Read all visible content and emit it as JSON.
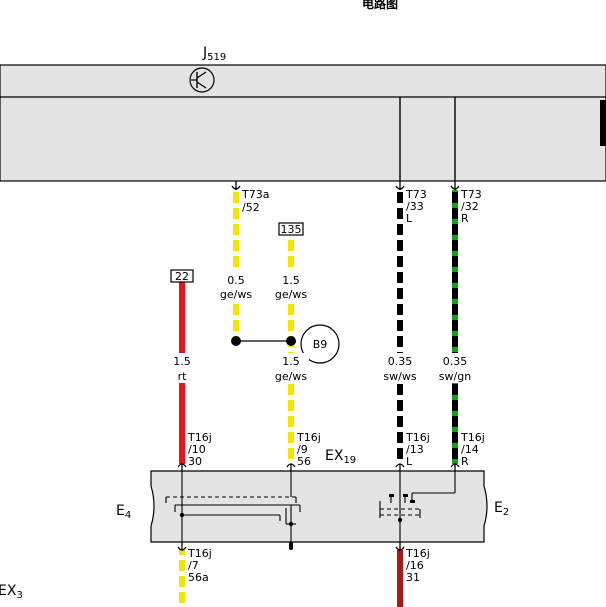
{
  "page_title": "电路图",
  "j519": {
    "name": "J",
    "sub": "519"
  },
  "ex19": {
    "name": "EX",
    "sub": "19"
  },
  "ex3": {
    "name": "EX",
    "sub": "3"
  },
  "e4": {
    "name": "E",
    "sub": "4"
  },
  "e2": {
    "name": "E",
    "sub": "2"
  },
  "b9_label": "B9",
  "ref_22": "22",
  "ref_135": "135",
  "connectors": {
    "t73a_52": [
      "T73a",
      "/52"
    ],
    "t73_33": [
      "T73",
      "/33",
      "L"
    ],
    "t73_32": [
      "T73",
      "/32",
      "R"
    ],
    "t16j_10": [
      "T16j",
      "/10",
      "30"
    ],
    "t16j_9": [
      "T16j",
      "/9",
      "56"
    ],
    "t16j_13": [
      "T16j",
      "/13",
      "L"
    ],
    "t16j_14": [
      "T16j",
      "/14",
      "R"
    ],
    "t16j_7": [
      "T16j",
      "/7",
      "56a"
    ],
    "t16j_16": [
      "T16j",
      "/16",
      "31"
    ]
  },
  "wires": {
    "w1_upper": {
      "gauge": "0.5",
      "color": "ge/ws"
    },
    "w2_upper": {
      "gauge": "1.5",
      "color": "ge/ws"
    },
    "w_red": {
      "gauge": "1.5",
      "color": "rt"
    },
    "w2_lower": {
      "gauge": "1.5",
      "color": "ge/ws"
    },
    "w_swws": {
      "gauge": "0.35",
      "color": "sw/ws"
    },
    "w_swgn": {
      "gauge": "0.35",
      "color": "sw/gn"
    }
  },
  "colors": {
    "yellow": "#f2e600",
    "red": "#e8141b",
    "dark_red": "#a31b1b",
    "black": "#000000",
    "green": "#1a9d1a",
    "module_fill": "#e4e4e4",
    "white": "#ffffff"
  }
}
